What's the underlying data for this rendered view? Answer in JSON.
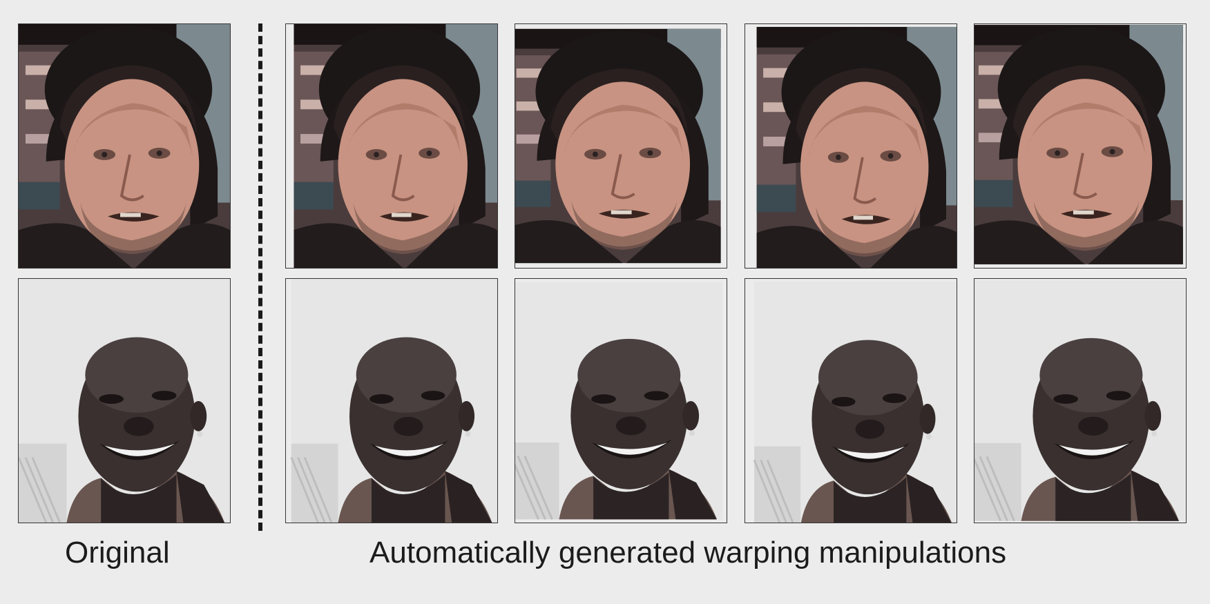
{
  "captions": {
    "original": "Original",
    "manipulations": "Automatically generated warping manipulations"
  },
  "subjects": [
    {
      "id": "man-beanie",
      "colors": {
        "skin": "#c89382",
        "hat": "#1c1717",
        "bg": "#5a4a48"
      }
    },
    {
      "id": "smiling-man",
      "colors": {
        "skin": "#3a3030",
        "bg": "#e4e4e4"
      }
    }
  ],
  "columns": [
    "original",
    "warp-1",
    "warp-2",
    "warp-3",
    "warp-4"
  ]
}
